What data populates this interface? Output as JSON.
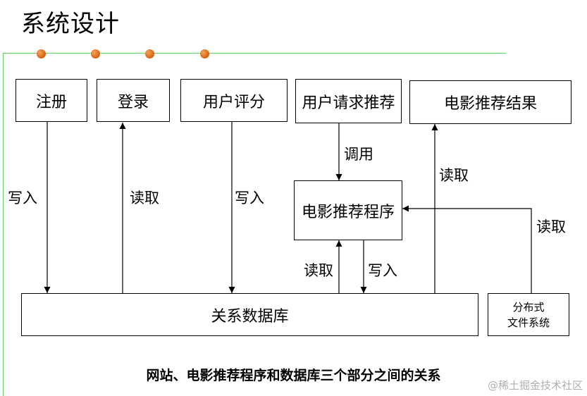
{
  "title": "系统设计",
  "nodes": {
    "register": "注册",
    "login": "登录",
    "user_rating": "用户评分",
    "user_request": "用户请求推荐",
    "movie_result": "电影推荐结果",
    "movie_program": "电影推荐程序",
    "database": "关系数据库",
    "dfs_line1": "分布式",
    "dfs_line2": "文件系统"
  },
  "edges": {
    "register_write": "写入",
    "login_read": "读取",
    "rating_write": "写入",
    "request_call": "调用",
    "result_read": "读取",
    "dfs_read": "读取",
    "program_read": "读取",
    "program_write": "写入"
  },
  "caption": "网站、电影推荐程序和数据库三个部分之间的关系",
  "watermark": "@稀土掘金技术社区",
  "colors": {
    "accent_line": "#5fd35f",
    "dot": "#dc6a17",
    "stroke": "#000000"
  }
}
